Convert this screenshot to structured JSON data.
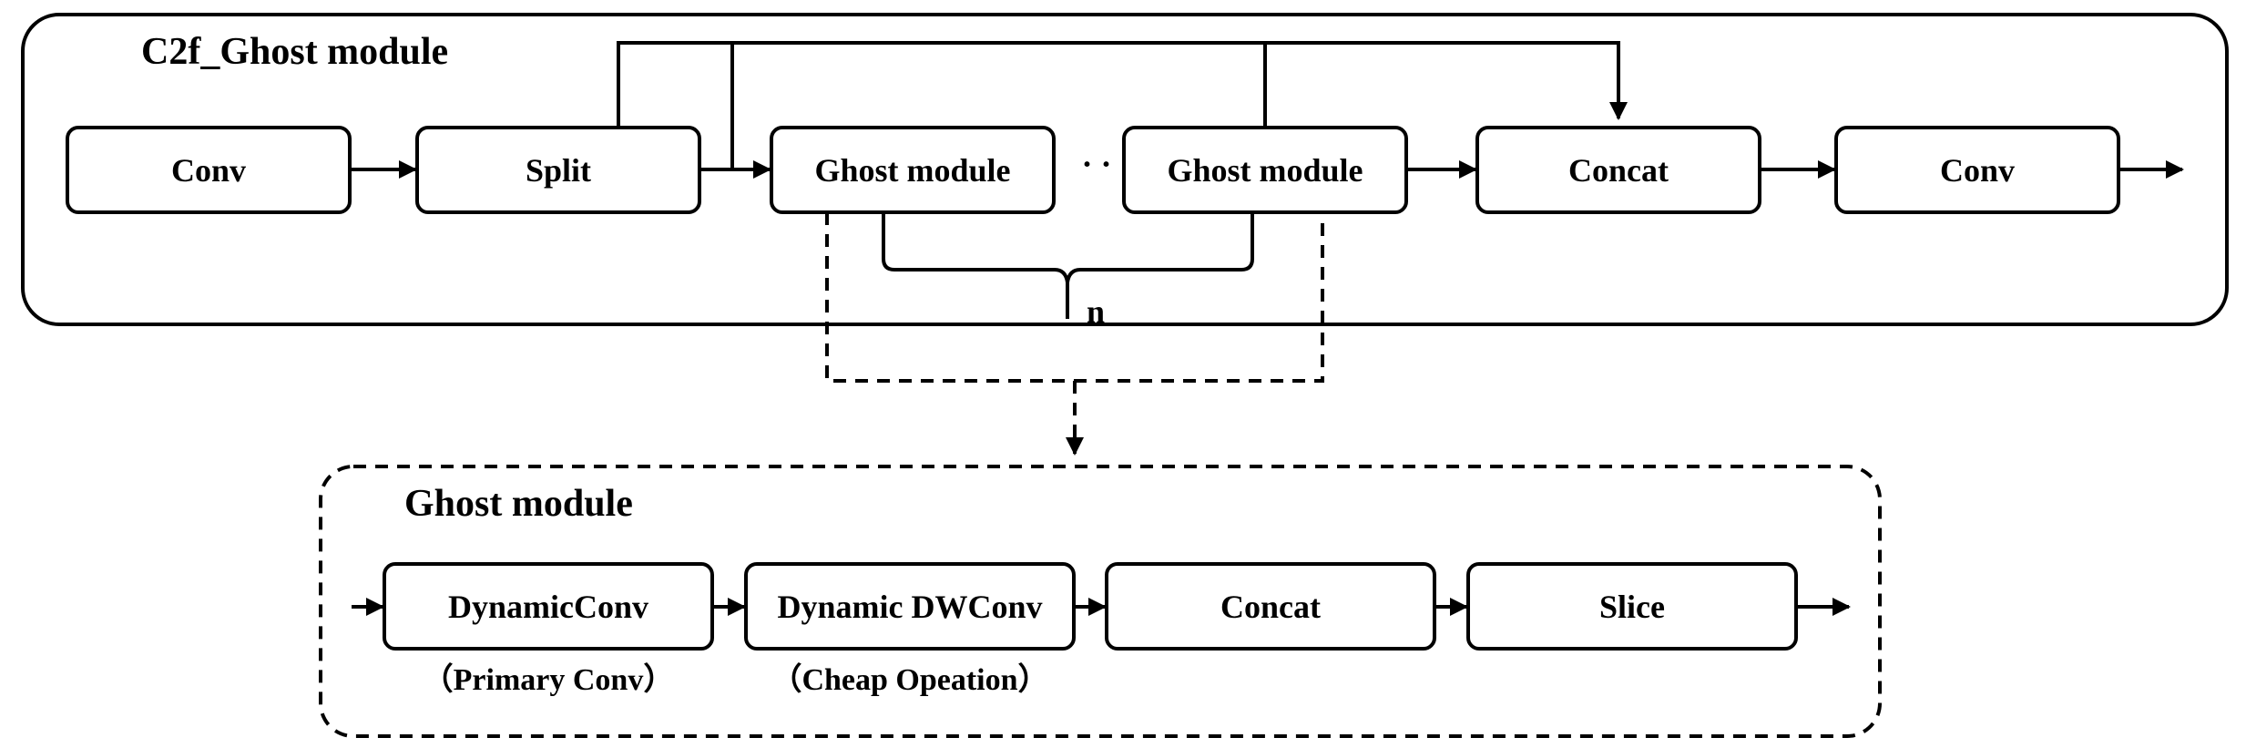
{
  "outer": {
    "title": "C2f_Ghost module",
    "blocks": {
      "conv1": "Conv",
      "split": "Split",
      "ghost1": "Ghost module",
      "ellipsis": "· ·",
      "ghost2": "Ghost module",
      "concat": "Concat",
      "conv2": "Conv"
    },
    "repeat_label": "n"
  },
  "inner": {
    "title": "Ghost module",
    "blocks": {
      "dynamic_conv": "DynamicConv",
      "dynamic_dwconv": "Dynamic DWConv",
      "concat": "Concat",
      "slice": "Slice"
    },
    "captions": {
      "primary": "（Primary Conv）",
      "cheap": "（Cheap Opeation）"
    }
  }
}
